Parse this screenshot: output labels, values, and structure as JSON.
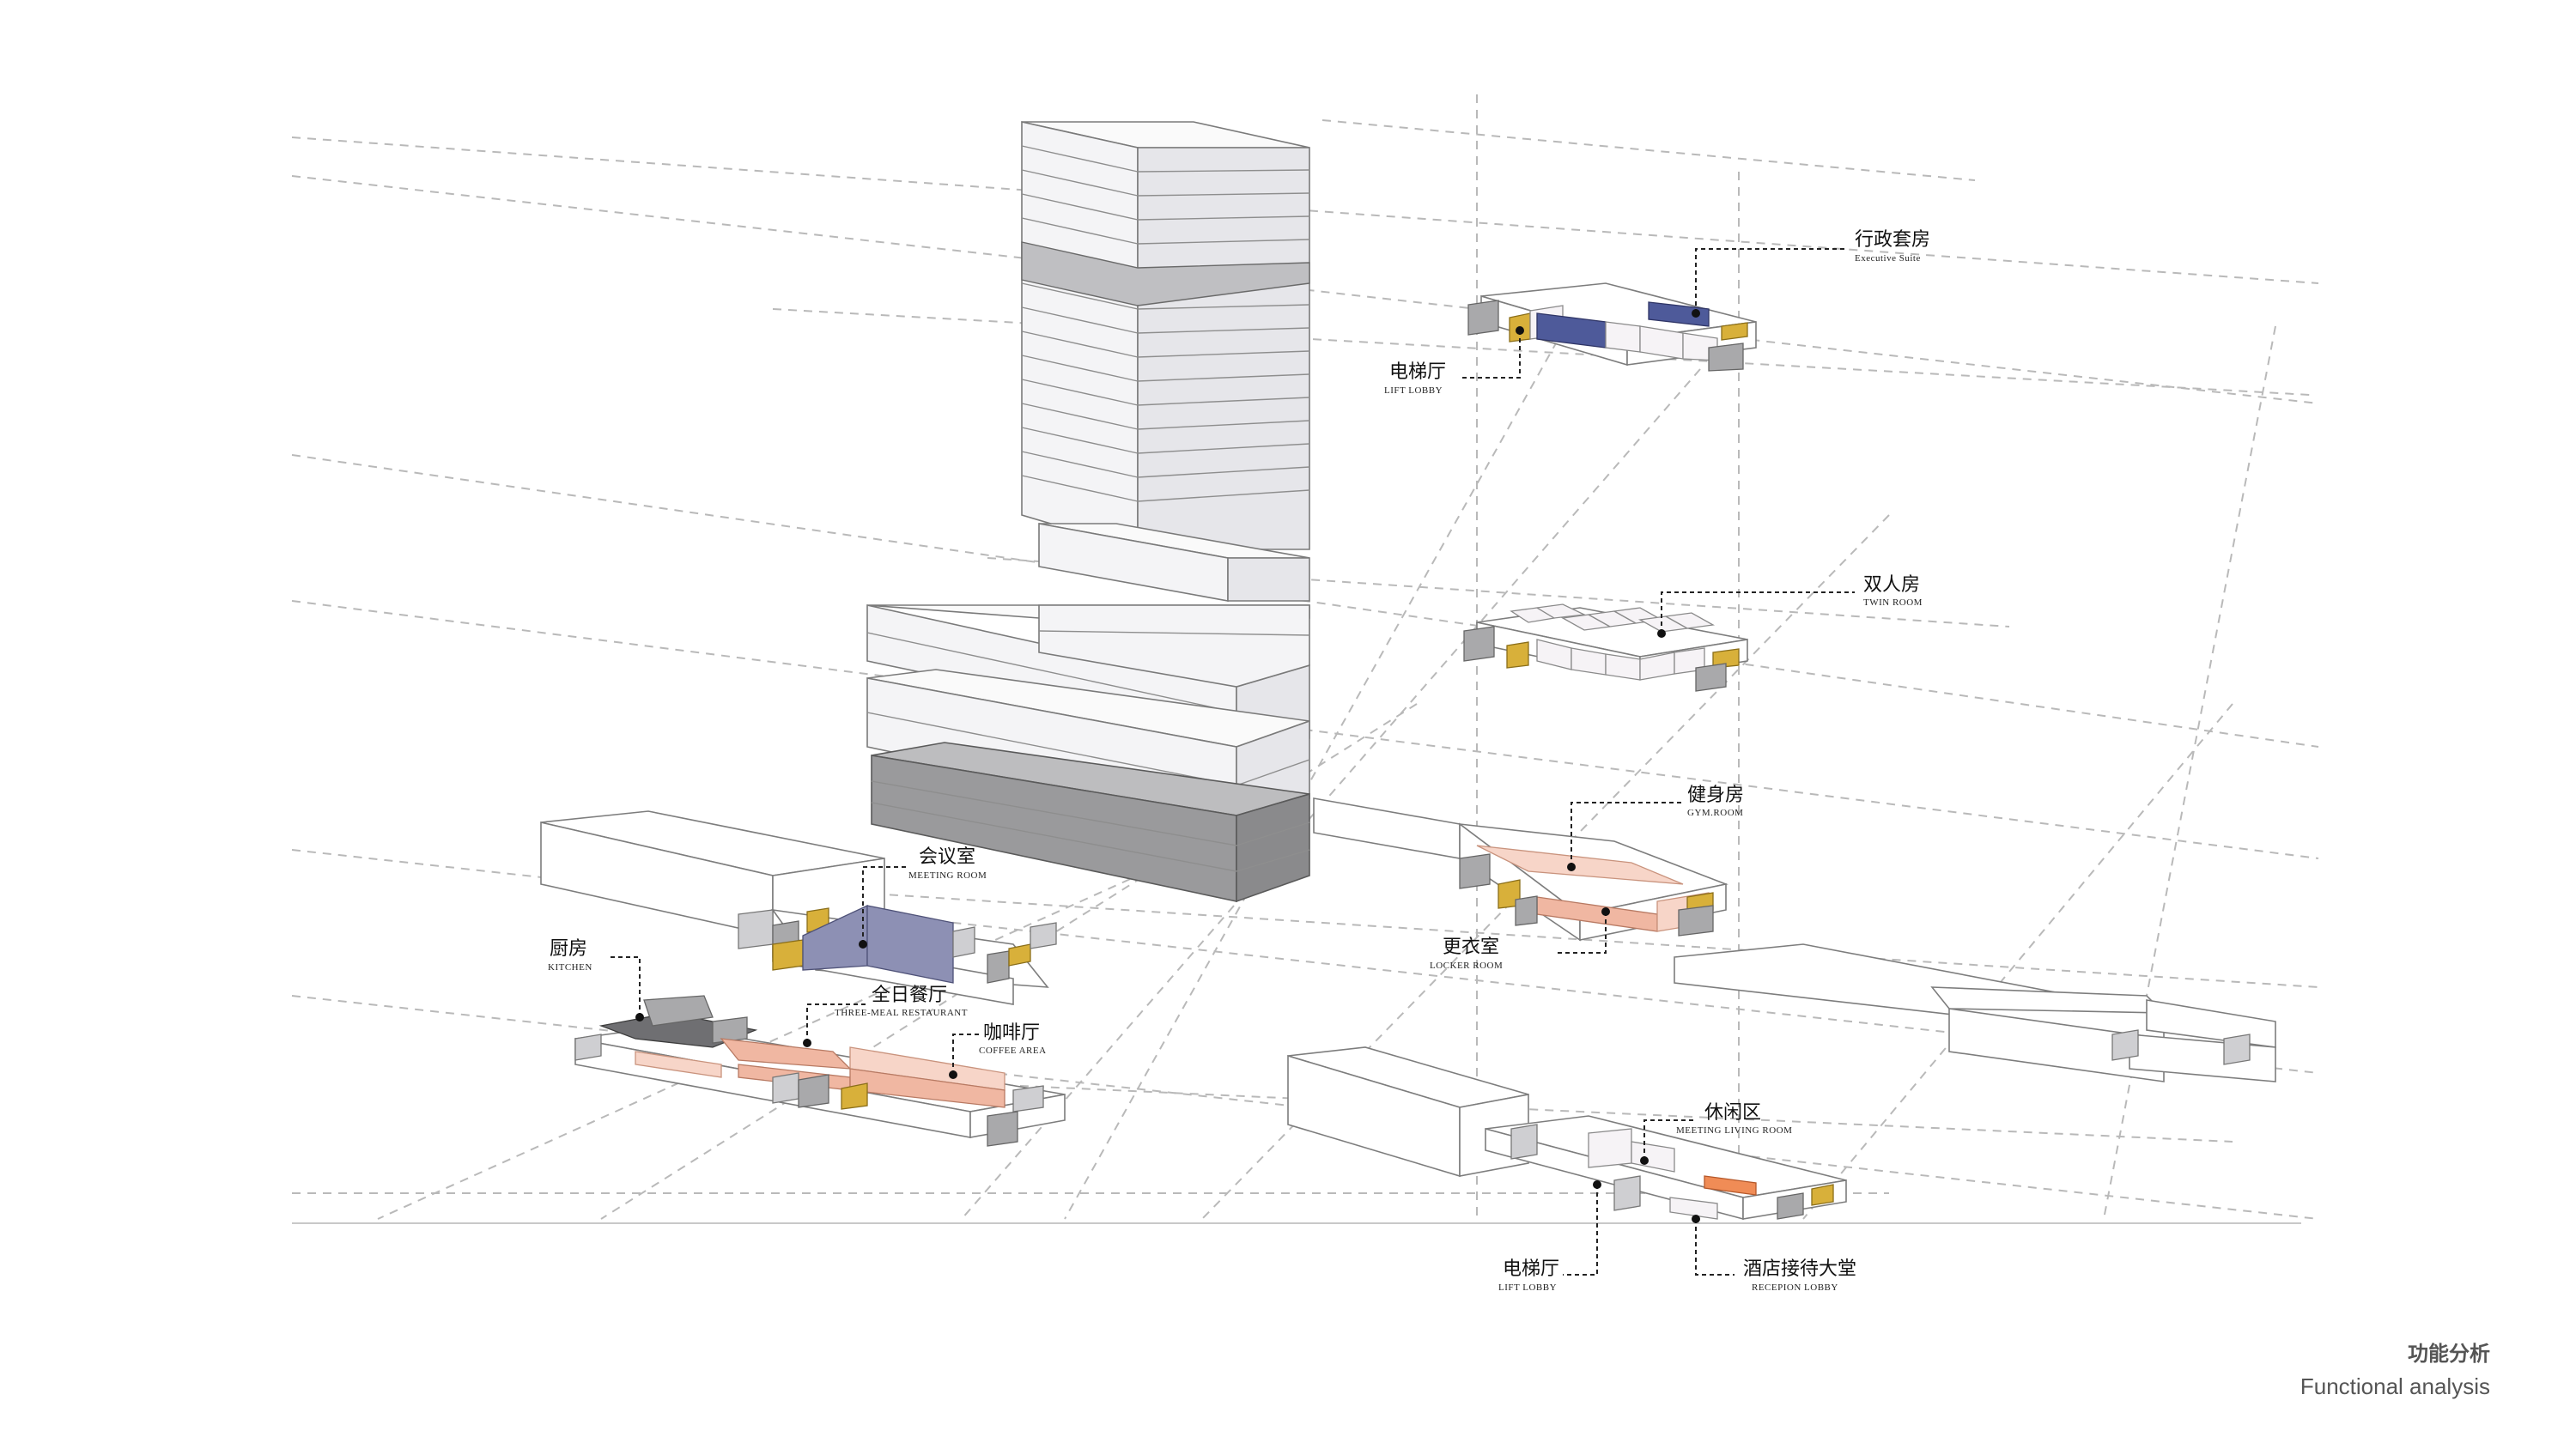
{
  "labels": {
    "executive_suite": {
      "cn": "行政套房",
      "en": "Executive Suite"
    },
    "lift_lobby_top": {
      "cn": "电梯厅",
      "en": "LIFT LOBBY"
    },
    "twin_room": {
      "cn": "双人房",
      "en": "TWIN ROOM"
    },
    "gym_room": {
      "cn": "健身房",
      "en": "GYM.ROOM"
    },
    "locker_room": {
      "cn": "更衣室",
      "en": "LOCKER ROOM"
    },
    "meeting_room": {
      "cn": "会议室",
      "en": "MEETING ROOM"
    },
    "kitchen": {
      "cn": "厨房",
      "en": "KITCHEN"
    },
    "three_meal_restaurant": {
      "cn": "全日餐厅",
      "en": "THREE-MEAL RESTAURANT"
    },
    "coffee_area": {
      "cn": "咖啡厅",
      "en": "COFFEE AREA"
    },
    "meeting_living_room": {
      "cn": "休闲区",
      "en": "MEETING LIVING ROOM"
    },
    "lift_lobby_bottom": {
      "cn": "电梯厅",
      "en": "LIFT LOBBY"
    },
    "reception_lobby": {
      "cn": "酒店接待大堂",
      "en": "RECEPION LOBBY"
    }
  },
  "title": {
    "cn": "功能分析",
    "en": "Functional analysis"
  },
  "colors": {
    "executive": "#4e5a9a",
    "meeting": "#8d90b4",
    "lift_core": "#d8b03a",
    "dining": "#f0b7a2",
    "lounge": "#f08c56",
    "service": "#a9a9ab"
  }
}
